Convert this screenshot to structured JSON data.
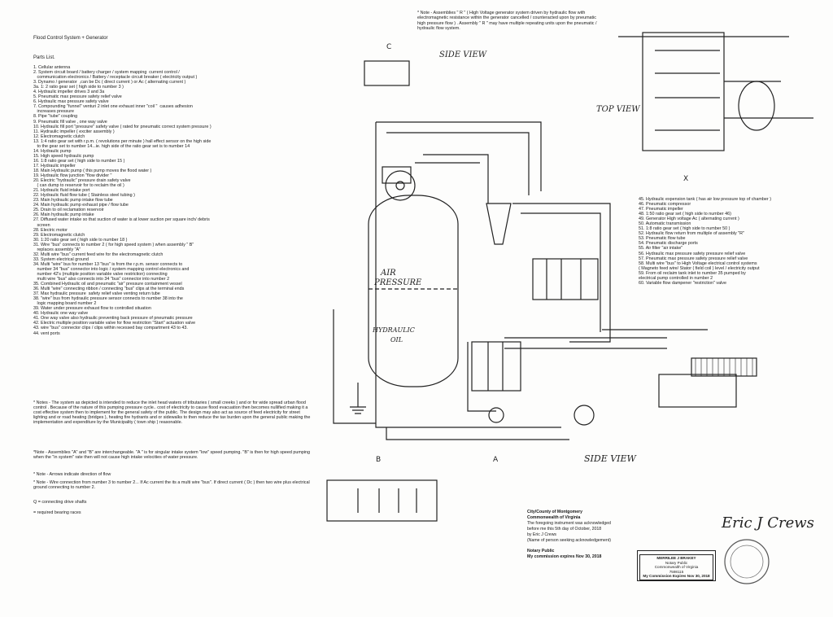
{
  "doc": {
    "title": "Flood Control System + Generator",
    "parts_heading": "Parts List.",
    "parts": [
      "1. Cellular antenna",
      "2. System circuit board / battery charger / system mapping  current control /",
      "   communication electronics / Battery / receptacle circuit breaker ( electricity output )",
      "3. Dynamo / generator  ,can be Dc ( direct current ) or Ac ( alternating current )",
      "3a. 1: 2 ratio gear set ( high side to number 3 )",
      "4. Hydraulic impeller drives 3 and 3a",
      "5. Pneumatic max pressure safety relief valve",
      "6. Hydraulic max pressure safety valve",
      "7. Compounding \"funnel\" venturi 2 inlet one exhaust inner \"coil \"  causes adhesion",
      "   increases pressure",
      "8. Pipe \"tube\" coupling",
      "9. Pneumatic fill valve , one way valve",
      "10. Hydraulic fill port \"pressure\" safety valve ( rated for pneumatic correct system pressure )",
      "11. Hydraulic impeller ( exciter assembly )",
      "12. Electromagnetic clutch",
      "13. 1:4 ratio gear set with r.p.m. ( revolutions per minute ) hall effect sensor on the high side",
      "   to the gear set to number 14...ie. high side of the ratio gear set is to number 14",
      "14. Hydraulic pump",
      "15. High speed hydraulic pump",
      "16. 1:8 ratio gear set ( high side to number 15 )",
      "17. Hydraulic impeller",
      "18. Main Hydraulic pump ( this pump moves the flood water )",
      "19. Hydraulic flow junction \"flow divider \"",
      "20. Electric \"hydraulic\" pressure drain safety valve",
      "   ( can dump to reservoir for to reclaim the oil )",
      "21. Hydraulic fluid intake port",
      "22. Hydraulic fluid flow tube ( Stainless steel tubing )",
      "23. Main hydraulic pump intake flow tube",
      "24. Main hydraulic pump exhaust pipe / flow tube",
      "25. Drain to oil reclamation reservoir",
      "26. Main hydraulic pump intake",
      "27. Diffused water intake so that suction of water is at lower suction per square inch/ debris",
      "   screen",
      "28. Electric motor",
      "29. Electromagnetic clutch",
      "30. 1:20 ratio gear set ( high side to number 18 )",
      "31. Wire \"bus\" connects to number 2 ( for high speed system ) when assembly \" B\"",
      "   replaces assembly \"A\"",
      "32. Multi wire \"bus\" current feed wire for the electromagnetic clutch",
      "33. System electrical ground",
      "34. Multi \"wire\" bus for number 13 \"bus\" is from the r.p.m. sensor connects to",
      "",
      "   number 34 \"bus\" connector into logic / system mapping control electronics and",
      "   number 42's (multiple position variable valve restriction) connecting",
      "   multi wire \"bus\" also connects into 34 \"bus\" connector into number 2",
      "35. Combined Hydraulic oil and pneumatic \"air\" pressure containment vessel",
      "36. Multi \"wire\" connecting ribbon / connecting \"bus\" clips at the terminal ends",
      "37. Max hydraulic pressure  safety relief valve venting return tube",
      "38. \"wire\" bus from hydraulic pressure sensor connects to number 38 into the",
      "   logic mapping board number 2",
      "39. Water under pressure exhaust flow to controlled situation",
      "40. Hydraulic one way valve",
      "41. One way valve also hydraulic preventing back pressure of pneumatic pressure",
      "42. Electric multiple position variable valve for flow restriction \"Start\" actuation valve",
      "43. wire \"bus\" connector clips / clips within recessed bay compartment 43 to 43.",
      "44. vent ports"
    ],
    "notes": [
      "* Notes - The system as depicted is intended to reduce the inlet head waters of tributaries ( small creeks ) and or for wide spread urban flood control . Because of the nature of this pumping pressure cycle.. cost  of electricity to cause flood evacuation then becomes nullified making it a cost effective system then to implement for the general safety of the public. The design may also act as source of feed electricity for street lighting and or road heating (bridges ), heating fire hydrants and or sidewalks to then reduce the tax burden upon the general public making the implementation and expenditure by the Municipality ( town ship ) reasonable.",
      "*Note - Assemblies \"A\" and \"B\" are interchangeable. \"A \" is for singular intake system \"low\" speed pumping. \"B\" is then for high speed pumping when the \"in system\"  rate then will not cause high intake velocities of water pressure.",
      "* Note - Arrows indicate direction of flow",
      "* Note - Wire connection from number 3 to number 2... If Ac current the its a multi wire \"bus\". If direct current ( Dc ) then two wire plus electrical ground connecting to number 2.",
      "Q = connecting drive shafts",
      "= required bearing races"
    ],
    "top_note": "* Note -  Assemblies \" R \" ( High Voltage generator system driven by hydraulic flow with electromagnetic resistance within the generator cancelled / counteracted upon by pneumatic high pressure flow ) . Assembly \" R \" may have multiple repeating units upon the pneumatic / hydraulic flow system.",
    "right_parts": [
      "45.  Hydraulic expension tank ( has air low pressure top of chamber )",
      "46. Pneumatic compressor",
      "47. Pneumatic impeller",
      "48. 1:50 ratio gear set ( high side to number 46)",
      "49. Generator High voltage Ac ( alternating current )",
      "50. Automatic transmission",
      "51. 1:8 ratio gear set ( high side to number 50 )",
      "52. Hydraulic flow return from multiple of assembly \"R\"",
      "53. Pneumatic flow tube",
      "54. Pneumatic discharge ports",
      "55. Air filter \"air intake\"",
      "56. Hydraulic max pressure safety pressure relief valve",
      "57. Pneumatic max pressure safety pressure relief valve",
      "58. Multi wire \"bus\" to High Voltage electrical control systems",
      "   ( Magneto feed wire/ Stator ( field coil ) level / electricity output",
      "59. From oil reclaim tank inlet to number 35 pumped by",
      "   electrical pump controlled in number 2",
      "60. Variable flow dampener \"restriction\" valve"
    ],
    "view_labels": {
      "side_view_top": "SIDE VIEW",
      "top_view": "TOP VIEW",
      "side_view_main": "SIDE VIEW"
    },
    "vessel_labels": {
      "air": "AIR",
      "pressure": "PRESSURE",
      "hydraulic": "HYDRAULIC",
      "oil": "OIL"
    },
    "dim_labels": {
      "A": "A",
      "B": "B",
      "C": "C",
      "X": "X"
    },
    "notary": {
      "line1": "City/County of  Montgomery",
      "line2": "Commonwealth of Virginia",
      "line3": "The foregoing instrument was acknowledged",
      "line4": "before me this 5th day of October, 2018",
      "line5": "by  Eric J Crews",
      "line6": "(Name of person seeking acknowledgement)",
      "line7": "Notary Public",
      "line8": "My commission expires  Nov 30, 2018"
    },
    "stamp": {
      "name": "MERRILEE J BRAKEY",
      "title": "Notary Public",
      "state": "Commonwealth of Virginia",
      "reg": "7598115",
      "expires": "My Commission Expires Nov 30, 2018"
    },
    "signature": "Eric J Crews"
  }
}
